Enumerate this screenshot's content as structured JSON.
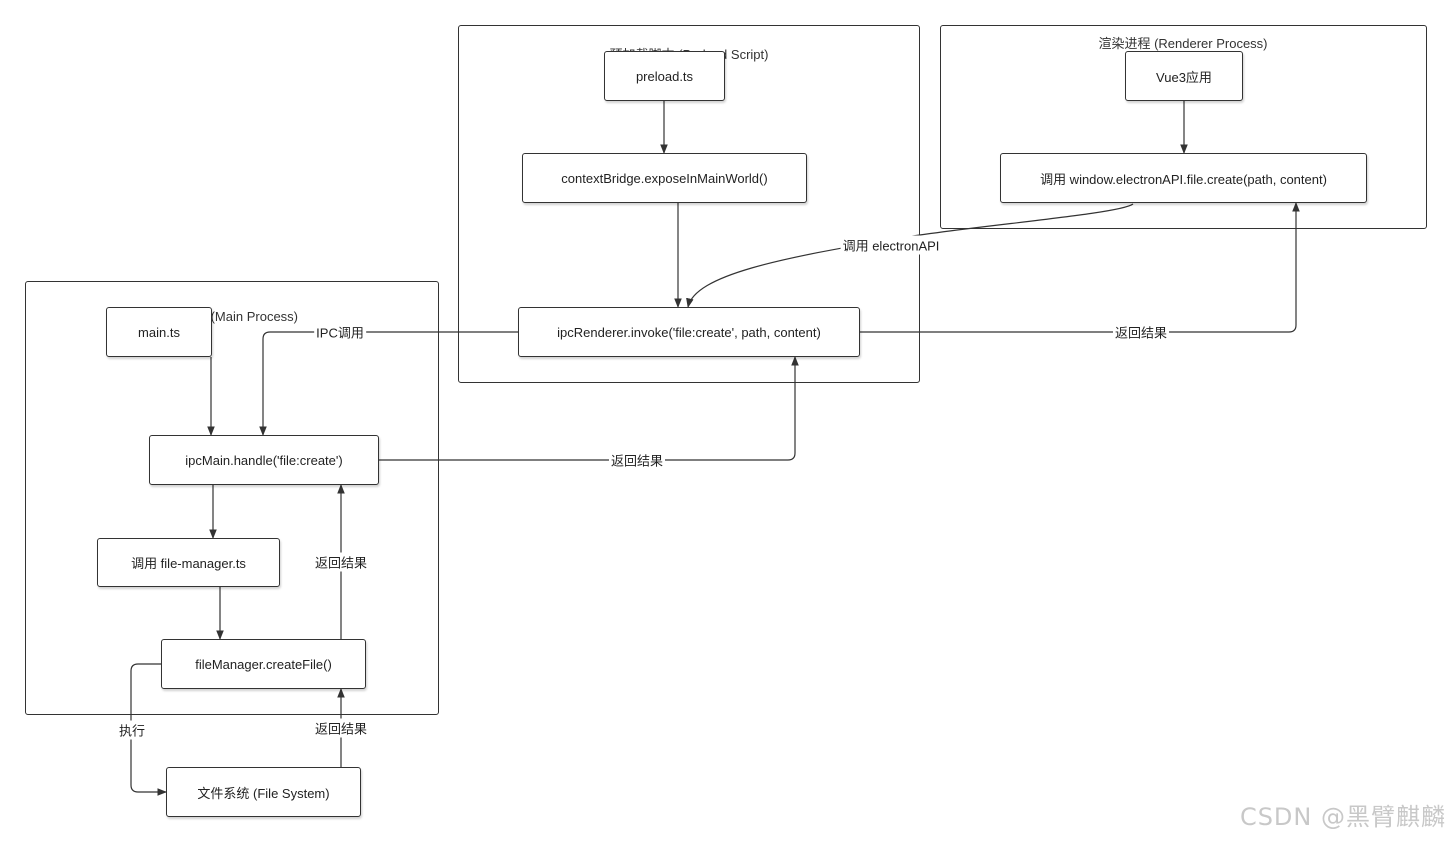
{
  "groups": {
    "preload": {
      "title": "预加载脚本 (Preload Script)"
    },
    "renderer": {
      "title": "渲染进程 (Renderer Process)"
    },
    "main": {
      "title": "主进程 (Main Process)"
    }
  },
  "nodes": {
    "preload_ts": "preload.ts",
    "context_bridge": "contextBridge.exposeInMainWorld()",
    "ipc_renderer_invoke": "ipcRenderer.invoke('file:create', path, content)",
    "vue3_app": "Vue3应用",
    "call_electron_api": "调用 window.electronAPI.file.create(path, content)",
    "main_ts": "main.ts",
    "ipc_main_handle": "ipcMain.handle('file:create')",
    "call_file_manager": "调用 file-manager.ts",
    "create_file": "fileManager.createFile()",
    "file_system": "文件系统 (File System)"
  },
  "edges": {
    "call_electron_api": "调用 electronAPI",
    "ipc_call": "IPC调用",
    "return_renderer": "返回结果",
    "return_preload": "返回结果",
    "return_main": "返回结果",
    "execute": "执行",
    "return_fs": "返回结果"
  },
  "watermark": "CSDN @黑臂麒麟"
}
